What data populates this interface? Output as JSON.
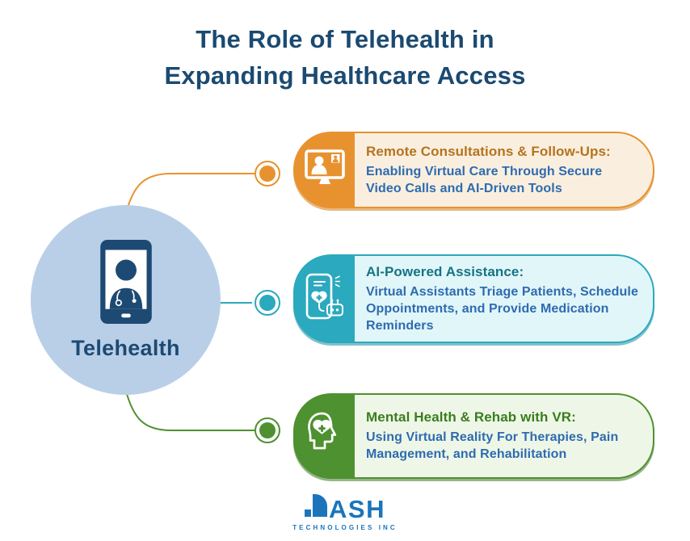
{
  "title": {
    "line1": "The Role of Telehealth in",
    "line2": "Expanding Healthcare Access",
    "color": "#1B4A71"
  },
  "hub": {
    "label": "Telehealth",
    "icon": "telehealth-phone-doctor-icon",
    "circle_color": "#B9CFE8",
    "icon_color": "#1D4A73"
  },
  "cards": [
    {
      "heading": "Remote Consultations & Follow-Ups:",
      "body": "Enabling Virtual Care Through Secure Video Calls and AI-Driven Tools",
      "icon": "video-call-monitor-icon",
      "accent_color": "#E8922F",
      "fill_color": "#FAEFDE",
      "heading_color": "#B5731F"
    },
    {
      "heading": "AI-Powered Assistance:",
      "body": "Virtual Assistants Triage Patients, Schedule Oppointments, and Provide Medication Reminders",
      "icon": "phone-health-bot-icon",
      "accent_color": "#2BA9BE",
      "fill_color": "#E1F6F9",
      "heading_color": "#157484"
    },
    {
      "heading": "Mental Health & Rehab with VR:",
      "body": "Using Virtual Reality For Therapies, Pain Management, and Rehabilitation",
      "icon": "head-heart-icon",
      "accent_color": "#4E9130",
      "fill_color": "#EEF7E7",
      "heading_color": "#3A7D1E"
    }
  ],
  "body_text_color": "#2E6BB0",
  "logo": {
    "word": "ASH",
    "word_full": "DASH",
    "subtitle": "TECHNOLOGIES INC",
    "color": "#1B75BB"
  }
}
